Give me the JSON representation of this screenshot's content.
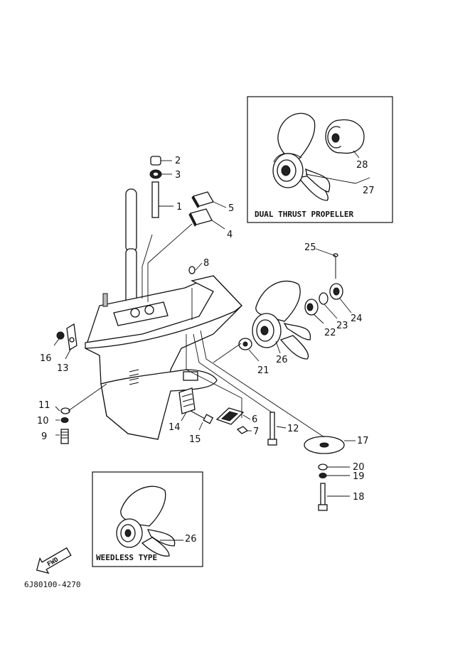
{
  "boxes": {
    "dual_thrust": "DUAL THRUST PROPELLER",
    "weedless": "WEEDLESS TYPE"
  },
  "fwd_label": "FWD",
  "diagram_code": "6J80100-4270",
  "callouts": {
    "c1": "1",
    "c2": "2",
    "c3": "3",
    "c4": "4",
    "c5": "5",
    "c6": "6",
    "c7": "7",
    "c8": "8",
    "c9": "9",
    "c10": "10",
    "c11": "11",
    "c12": "12",
    "c13": "13",
    "c14": "14",
    "c15": "15",
    "c16": "16",
    "c17": "17",
    "c18": "18",
    "c19": "19",
    "c20": "20",
    "c21": "21",
    "c22": "22",
    "c23": "23",
    "c24": "24",
    "c25": "25",
    "c26": "26",
    "c26b": "26",
    "c27": "27",
    "c28": "28"
  }
}
